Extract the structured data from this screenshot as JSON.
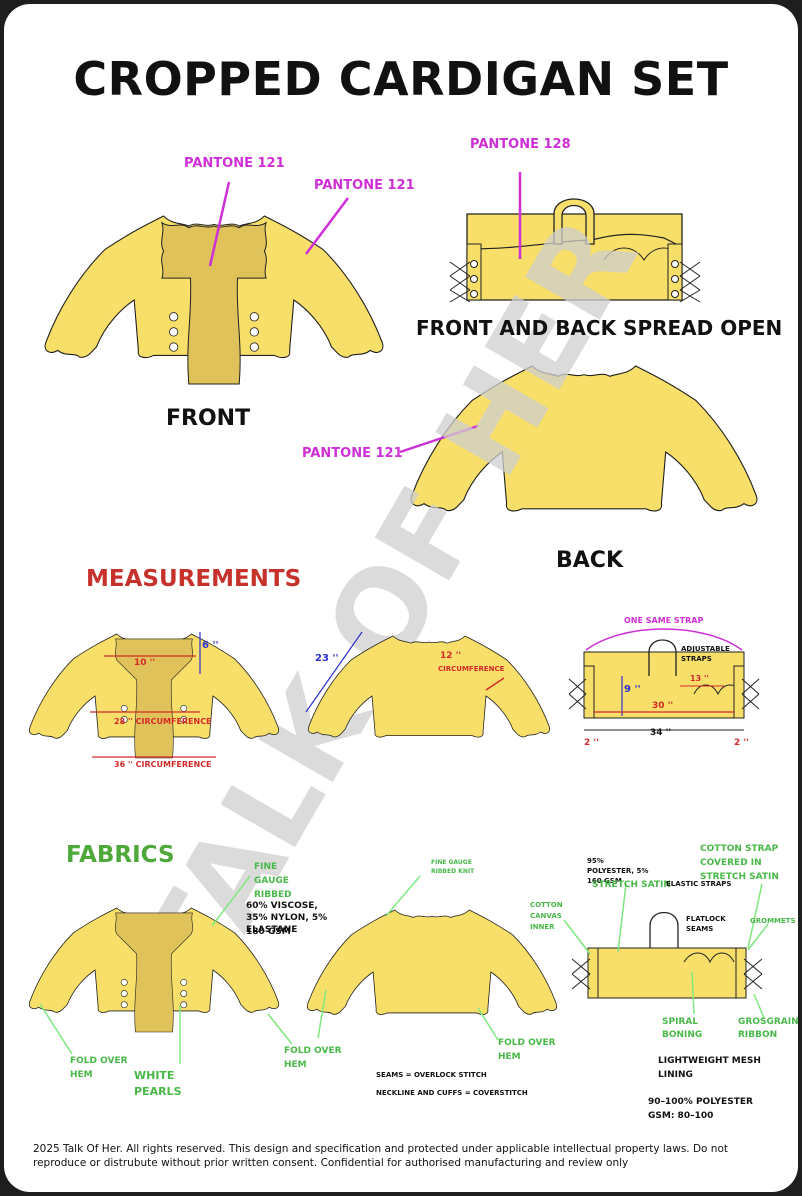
{
  "title": "CROPPED CARDIGAN SET",
  "views": {
    "front": "FRONT",
    "spread": "FRONT AND BACK SPREAD OPEN",
    "back": "BACK"
  },
  "pantone": {
    "front_center": "PANTONE 121",
    "front_sleeve": "PANTONE 121",
    "spread": "PANTONE 128",
    "back": "PANTONE 121"
  },
  "watermark": "TALK OF HER",
  "measurements": {
    "heading": "MEASUREMENTS",
    "front": {
      "width": "10 ''",
      "length": "6 ''",
      "waist": "28 '' CIRCUMFERENCE",
      "hem": "36 '' CIRCUMFERENCE"
    },
    "back": {
      "sleeve": "23 ''",
      "cuff": "12 ''",
      "cuff_note": "CIRCUMFERENCE"
    },
    "strap": {
      "same_strap": "ONE SAME STRAP",
      "adjustable": "ADJUSTABLE STRAPS",
      "cup": "13 ''",
      "height": "9 ''",
      "inner_width": "30 ''",
      "outer_width": "34 ''",
      "left_gap": "2 ''",
      "right_gap": "2 ''"
    }
  },
  "fabrics": {
    "heading": "FABRICS",
    "front": {
      "knit": "FINE GAUGE RIBBED",
      "composition": "60% VISCOSE, 35% NYLON, 5% ELASTANE",
      "gsm": "180 GSM",
      "hem_left": "FOLD OVER HEM",
      "pearls": "WHITE PEARLS",
      "hem_right": "FOLD OVER HEM"
    },
    "back": {
      "knit": "FINE GAUGE RIBBED KNIT",
      "hem": "FOLD OVER HEM",
      "seams": "SEAMS = OVERLOCK STITCH",
      "neckline": "NECKLINE AND CUFFS = COVERSTITCH"
    },
    "top": {
      "poly": "95% POLYESTER, 5% 160 GSM",
      "satin": "STRETCH SATIN",
      "elastic": "ELASTIC STRAPS",
      "cotton_strap": "COTTON STRAP COVERED IN STRETCH SATIN",
      "canvas": "COTTON CANVAS INNER",
      "flatlock": "FLATLOCK SEAMS",
      "grommets": "GROMMETS",
      "boning": "SPIRAL BONING",
      "ribbon": "GROSGRAIN RIBBON",
      "lining": "LIGHTWEIGHT MESH LINING",
      "lining_comp": "90–100% POLYESTER",
      "lining_gsm": "GSM: 80–100"
    }
  },
  "footer": "2025 Talk Of Her. All rights reserved. This design and specification and protected under applicable intellectual property laws. Do not reproduce or distrubute without prior written consent. Confidential for authorised manufacturing and review only",
  "colors": {
    "garment": "#f8df6a",
    "garment_dark": "#dfc25a",
    "pantone_text": "#cf2fd6",
    "measure_red": "#d42a2a",
    "measure_blue": "#2b2fcf",
    "fabric_green": "#48b848",
    "section_red": "#c7312b"
  }
}
